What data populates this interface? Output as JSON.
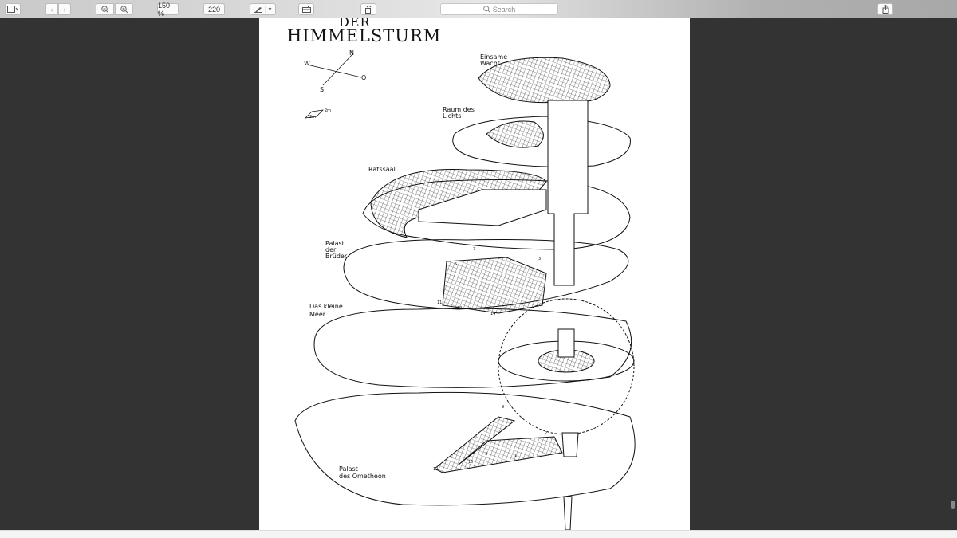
{
  "toolbar": {
    "zoom": "150 %",
    "page": "220",
    "search_placeholder": "Search"
  },
  "document": {
    "title_top": "DER",
    "title": "HIMMELSTURM",
    "compass": {
      "n": "N",
      "w": "W",
      "o": "O",
      "s": "S"
    },
    "scale": {
      "a": "2m",
      "b": "2m"
    },
    "labels": {
      "einsame": "Einsame",
      "wacht": "Wacht",
      "raum": "Raum des",
      "lichts": "Lichts",
      "ratssaal": "Ratssaal",
      "palast1": "Palast",
      "der": "der",
      "brueder": "Brüder",
      "meer1": "Das kleine",
      "meer2": "Meer",
      "palast2": "Palast",
      "ometheon": "des Ometheon"
    },
    "numbers": [
      "1",
      "2",
      "3",
      "4",
      "5",
      "6",
      "7",
      "8",
      "9",
      "10",
      "11",
      "12",
      "14"
    ]
  }
}
